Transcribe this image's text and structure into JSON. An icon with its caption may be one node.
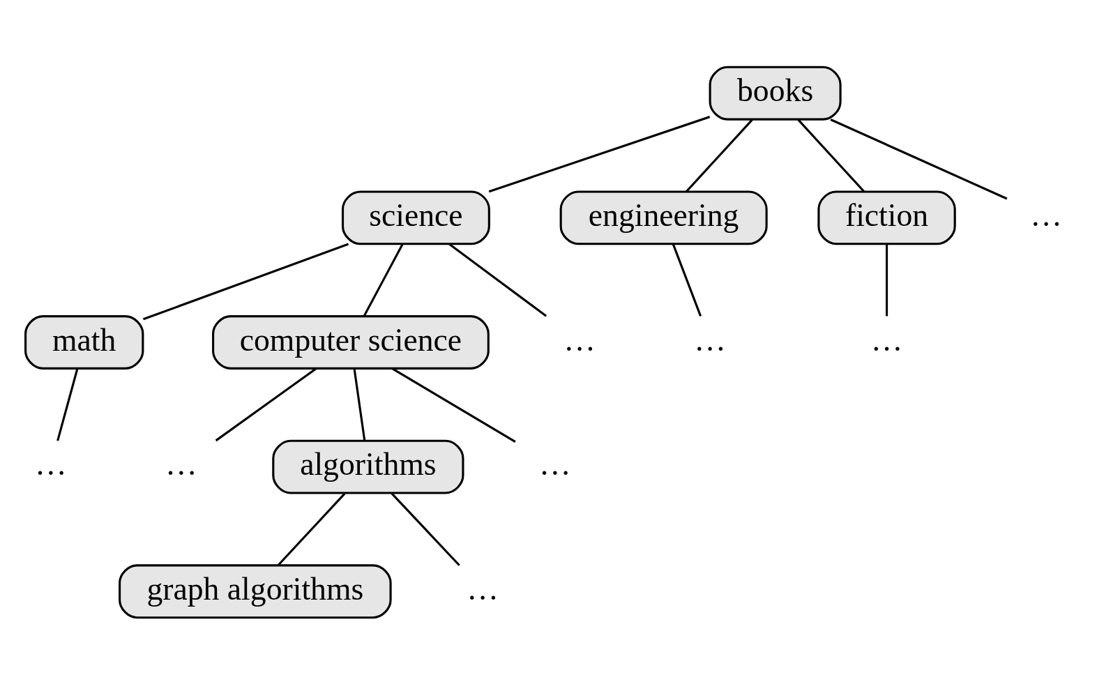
{
  "diagram": {
    "nodes": [
      {
        "text": [
          "books"
        ]
      },
      {
        "text": [
          "science"
        ]
      },
      {
        "text": [
          "engineering"
        ]
      },
      {
        "text": [
          "fiction"
        ]
      },
      {
        "text": [
          "…"
        ]
      },
      {
        "text": [
          "math"
        ]
      },
      {
        "text": [
          "computer science"
        ]
      },
      {
        "text": [
          "…"
        ]
      },
      {
        "text": [
          "…"
        ]
      },
      {
        "text": [
          "…"
        ]
      },
      {
        "text": [
          "…"
        ]
      },
      {
        "text": [
          "…"
        ]
      },
      {
        "text": [
          "algorithms"
        ]
      },
      {
        "text": [
          "…"
        ]
      },
      {
        "text": [
          "graph algorithms"
        ]
      },
      {
        "text": [
          "…"
        ]
      }
    ],
    "edges": [
      {
        "from": 0,
        "to": 1,
        "arrow": "none"
      },
      {
        "from": 0,
        "to": 2,
        "arrow": "none"
      },
      {
        "from": 0,
        "to": 3,
        "arrow": "none"
      },
      {
        "from": 0,
        "to": 4,
        "arrow": "none"
      },
      {
        "from": 1,
        "to": 5,
        "arrow": "none"
      },
      {
        "from": 1,
        "to": 6,
        "arrow": "none"
      },
      {
        "from": 1,
        "to": 7,
        "arrow": "none"
      },
      {
        "from": 2,
        "to": 8,
        "arrow": "none"
      },
      {
        "from": 3,
        "to": 9,
        "arrow": "none"
      },
      {
        "from": 5,
        "to": 10,
        "arrow": "none"
      },
      {
        "from": 6,
        "to": 11,
        "arrow": "none"
      },
      {
        "from": 6,
        "to": 12,
        "arrow": "none"
      },
      {
        "from": 6,
        "to": 13,
        "arrow": "none"
      },
      {
        "from": 12,
        "to": 14,
        "arrow": "none"
      },
      {
        "from": 12,
        "to": 15,
        "arrow": "none"
      }
    ]
  }
}
